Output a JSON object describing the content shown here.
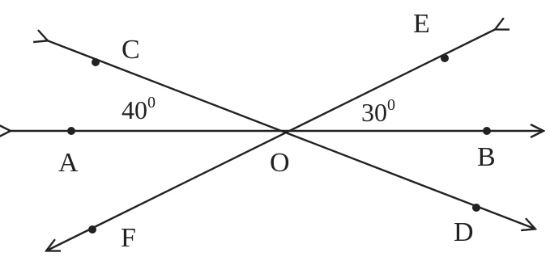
{
  "points": {
    "A": "A",
    "B": "B",
    "C": "C",
    "D": "D",
    "E": "E",
    "F": "F",
    "O": "O"
  },
  "angles": {
    "AOC": {
      "value": "40",
      "unit": "0"
    },
    "EOB": {
      "value": "30",
      "unit": "0"
    }
  },
  "colors": {
    "ink": "#222222",
    "background": "#ffffff"
  }
}
